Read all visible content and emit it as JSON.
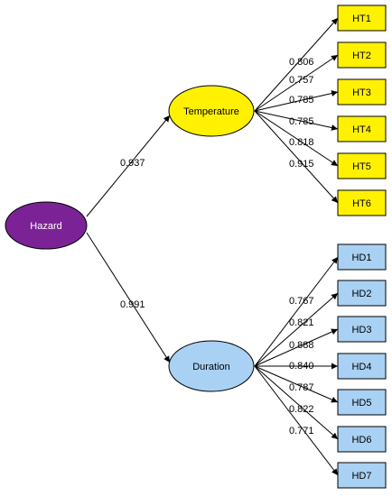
{
  "colors": {
    "hazard_fill": "#7B2396",
    "hazard_text": "#ffffff",
    "temperature_fill": "#FFF100",
    "duration_fill": "#A9D1F4",
    "box_stroke": "#000000",
    "edge": "#000000"
  },
  "nodes": {
    "hazard": "Hazard",
    "temperature": "Temperature",
    "duration": "Duration"
  },
  "paths": {
    "temperature": "0.937",
    "duration": "0.991"
  },
  "temperature_items": [
    {
      "label": "HT1",
      "loading": "0.806"
    },
    {
      "label": "HT2",
      "loading": "0.757"
    },
    {
      "label": "HT3",
      "loading": "0.785"
    },
    {
      "label": "HT4",
      "loading": "0.785"
    },
    {
      "label": "HT5",
      "loading": "0.818"
    },
    {
      "label": "HT6",
      "loading": "0.915"
    }
  ],
  "duration_items": [
    {
      "label": "HD1",
      "loading": "0.767"
    },
    {
      "label": "HD2",
      "loading": "0.821"
    },
    {
      "label": "HD3",
      "loading": "0.888"
    },
    {
      "label": "HD4",
      "loading": "0.840"
    },
    {
      "label": "HD5",
      "loading": "0.787"
    },
    {
      "label": "HD6",
      "loading": "0.822"
    },
    {
      "label": "HD7",
      "loading": "0.771"
    }
  ]
}
